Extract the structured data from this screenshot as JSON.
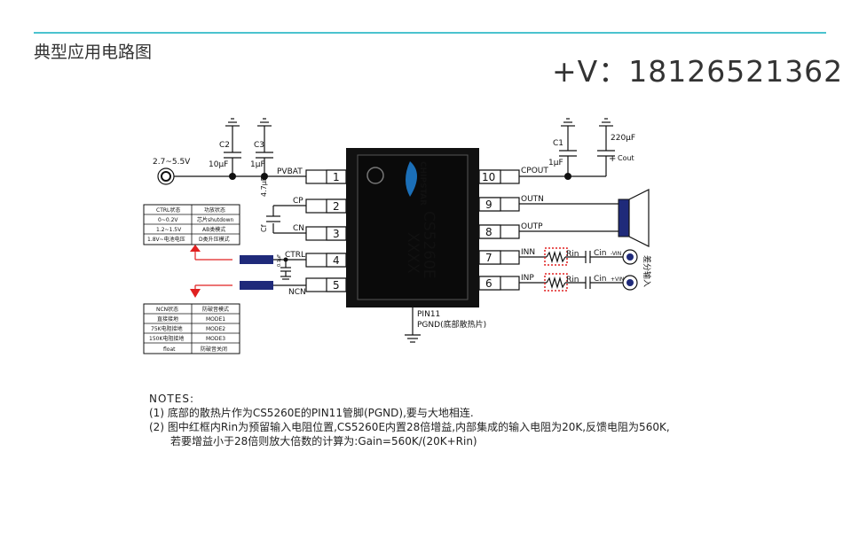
{
  "header": {
    "title": "典型应用电路图",
    "contact": "+V：18126521362"
  },
  "chip": {
    "brand": "CHIPSTAR",
    "part": "CS5260E",
    "marking": "XXXX",
    "pins_left": [
      {
        "num": "1",
        "name": "PVBAT"
      },
      {
        "num": "2",
        "name": "CP"
      },
      {
        "num": "3",
        "name": "CN"
      },
      {
        "num": "4",
        "name": "CTRL"
      },
      {
        "num": "5",
        "name": "NCN"
      }
    ],
    "pins_right": [
      {
        "num": "10",
        "name": "CPOUT"
      },
      {
        "num": "9",
        "name": "OUTN"
      },
      {
        "num": "8",
        "name": "OUTP"
      },
      {
        "num": "7",
        "name": "INN"
      },
      {
        "num": "6",
        "name": "INP"
      }
    ],
    "pin11": "PIN11",
    "pgnd": "PGND(底部散热片)"
  },
  "components": {
    "supply": "2.7~5.5V",
    "c2_label": "C2",
    "c2_value": "10µF",
    "c3_label": "C3",
    "c3_value": "1µF",
    "c1_label": "C1",
    "c1_value": "1µF",
    "cout_value": "220µF",
    "cout_label": "Cout",
    "cf_value": "4.7µF",
    "cf_label": "Cf",
    "ctrl_cap": "0.1µF",
    "rin": "Rin",
    "cin": "Cin",
    "vin_neg": "-VIN",
    "vin_pos": "+VIN",
    "diff_input": "差分输入"
  },
  "ctrl_table": {
    "headers": [
      "CTRL状态",
      "功放状态"
    ],
    "rows": [
      [
        "0~0.2V",
        "芯片shutdown"
      ],
      [
        "1.2~1.5V",
        "AB类模式"
      ],
      [
        "1.8V~电池电压",
        "D类升压模式"
      ]
    ]
  },
  "ncn_table": {
    "headers": [
      "NCN状态",
      "防破音模式"
    ],
    "rows": [
      [
        "直接接地",
        "MODE1"
      ],
      [
        "75K电阻接地",
        "MODE2"
      ],
      [
        "150K电阻接地",
        "MODE3"
      ],
      [
        "float",
        "防破音关闭"
      ]
    ]
  },
  "notes": {
    "title": "NOTES:",
    "line1": "(1) 底部的散热片作为CS5260E的PIN11管脚(PGND),要与大地相连.",
    "line2": "(2) 图中红框内Rin为预留输入电阻位置,CS5260E内置28倍增益,内部集成的输入电阻为20K,反馈电阻为560K,",
    "line3": "若要增益小于28倍则放大倍数的计算为:Gain=560K/(20K+Rin)"
  },
  "colors": {
    "accent_line": "#4bc3cf",
    "chip_body": "#111111",
    "brand_blue": "#1b6fb8",
    "navy": "#1f2a7a",
    "red": "#e02020"
  }
}
